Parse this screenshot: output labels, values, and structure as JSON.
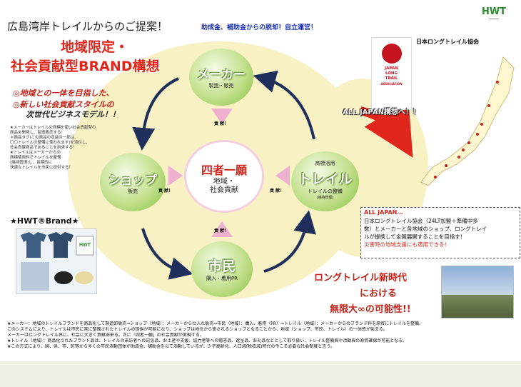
{
  "header": {
    "title": "広島湾岸トレイルからのご提案！",
    "subtitle": "助成金、補助金からの脱却！自立運営！",
    "logo": "HWT"
  },
  "left_panel": {
    "headline_1": "地域限定・",
    "headline_2": "社会貢献型BRAND構想",
    "concept_1": "◎地域との一体を目指した、",
    "concept_2": "◎新しい社会貢献スタイルの",
    "concept_3": "次世代ビジネスモデル！！",
    "notes": [
      "★メーカーはトレイルの商標を使い社会貢献型の",
      "商品を開発し、製造販売する！",
      "＊商品タグ(この商品の収益の一部は、",
      "〇〇トレイルの整備に使われます)を添付し、",
      "社会貢献商品であることを訴求する！",
      "★トレイルはメーカーからの",
      "商標使用料でトレイルを整備",
      "(維持管理)し、長期的に",
      "快適なトレイルを市民に提供する！"
    ],
    "brand_title": "★HWT®Brand★"
  },
  "diagram": {
    "maker": {
      "name": "メーカー",
      "role": "製造・販売"
    },
    "shop": {
      "name": "ショップ",
      "role": "販売"
    },
    "trail": {
      "name": "トレイル",
      "top": "商標活用",
      "role": "トレイルの整備",
      "role_sub": "(維持管理)"
    },
    "citizen": {
      "name": "市民",
      "role": "購入・着用PR"
    },
    "center": {
      "name": "四者一願",
      "sub1": "地域・",
      "sub2": "社会貢献"
    },
    "contribution": "貢 献！"
  },
  "right_panel": {
    "map_title": "日本ロングトレイル協会",
    "jlt_logo": [
      "JAPAN",
      "LONG",
      "TRAIL",
      "ASSOCIATION"
    ],
    "all_japan_arrow": "ALL JAPAN構想へ！！",
    "box_heading": "ALL JAPAN…",
    "box_lines": [
      "日本ロングトレイル協会（24LT加盟＋準備中多",
      "数）とメーカーと各地域のショップ、ロングトレイ",
      "ルが提携して全国展開することを目指す！"
    ],
    "box_red": "災害時の地域支援にも適用できる！",
    "longtrail_1": "ロングトレイル新時代",
    "longtrail_2": "における",
    "longtrail_3": "無限大∞の可能性!!"
  },
  "bottom_notes": [
    "★メーカー：地域のトレイルブランドを商品化して製造卸販売⇒ショップ（地域）：メーカーから仕入れ販売⇒市民（地域）：購入、着用（PR）⇒トレイル（地域）：メーカーからのブランド料を原資にトレイルを整備。",
    "このシステムにより、トレイルは市民に常に整備されたトレイルの提供が可能になり、ショップは地元から愛されるショップとなることから、地域（ショップ、市民、トレイル）の一体感が強まる。",
    "メーカーはロングトレイル界に、社会に大きく貢献出来る。正に「四者一願」の社会貢献が実現する。",
    "★トレイル（地域）：商品化されたブランド品は、トレイルの来訪者への記念品、お土産や支援、協力者等への贈答品、進呈品、お礼品などとして取り扱い、トレイル整備費や活動費の原資確保が可能となる。",
    "★この方式により、国、県、市、町等から多くの市民活動団体が助成金、補助金を以て活動しているが、少子高齢化、人口減(税収減)時代の今こそ必要な社会制度と言う。"
  ]
}
